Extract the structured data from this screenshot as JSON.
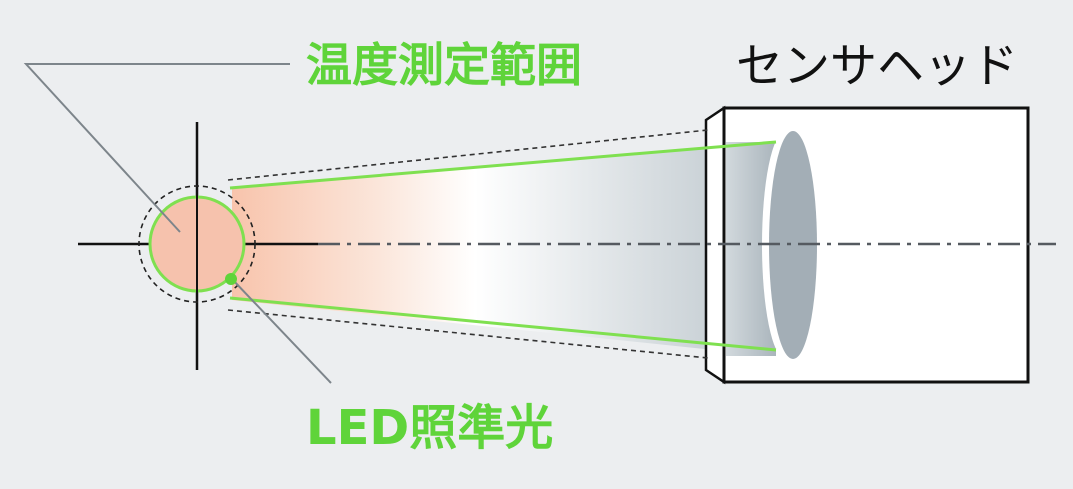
{
  "labels": {
    "measurement_range": "温度測定範囲",
    "sensor_head": "センサヘッド",
    "led_aiming_light": "LED照準光"
  },
  "colors": {
    "background": "#eceef0",
    "label_green": "#5fd43a",
    "beam_green": "#7fe050",
    "spot_fill": "#f6c2ad",
    "lens_gray": "#a3aeb6",
    "axis_line": "#555a60",
    "outline": "#111111"
  }
}
